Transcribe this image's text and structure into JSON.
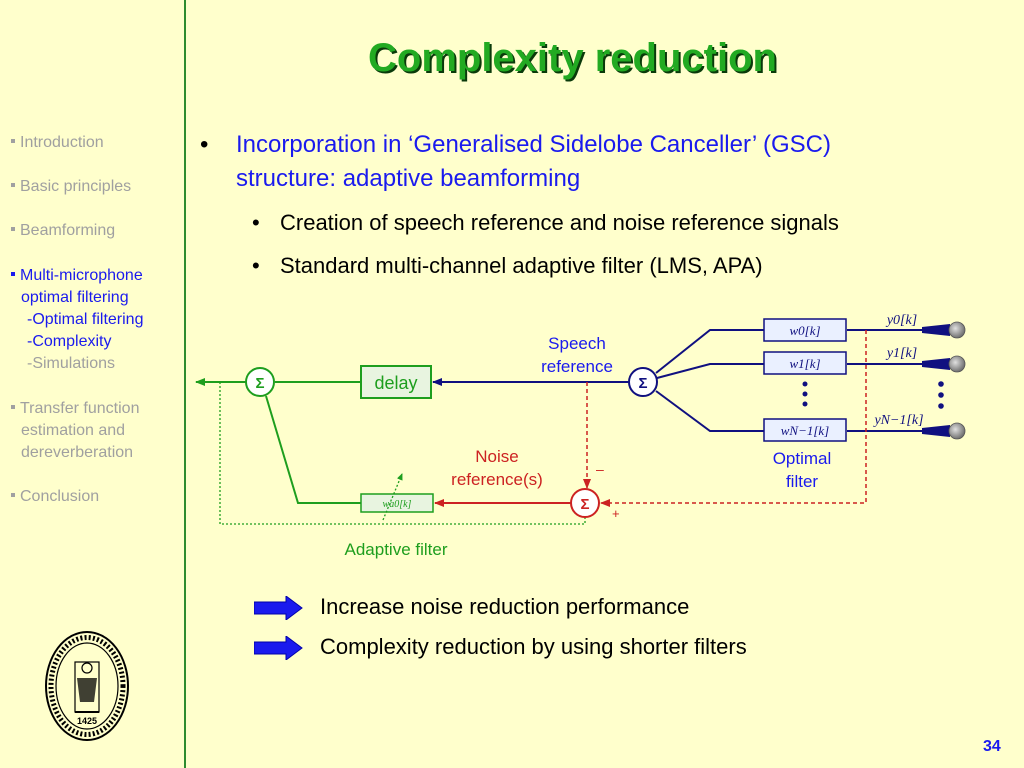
{
  "title": "Complexity reduction",
  "nav": [
    {
      "label": "Introduction",
      "active": false
    },
    {
      "label": "Basic principles",
      "active": false
    },
    {
      "label": "Beamforming",
      "active": false
    },
    {
      "label": "Multi-microphone",
      "label2": "optimal filtering",
      "active": true,
      "subitems": [
        "-Optimal filtering",
        "-Complexity",
        "-Simulations"
      ]
    },
    {
      "label": "Transfer function",
      "label2": "estimation and",
      "label3": "dereverberation",
      "active": false
    },
    {
      "label": "Conclusion",
      "active": false
    }
  ],
  "bullet": {
    "dot": "•",
    "line1": "Incorporation in ‘Generalised Sidelobe Canceller’ (GSC)",
    "line2": "structure: adaptive beamforming",
    "subbullets": [
      "Creation of speech reference and noise reference signals",
      "Standard multi-channel adaptive filter (LMS, APA)"
    ]
  },
  "diagram": {
    "speech_reference": [
      "Speech",
      "reference"
    ],
    "noise_reference": [
      "Noise",
      "reference(s)"
    ],
    "optimal_filter": [
      "Optimal",
      "filter"
    ],
    "adaptive_filter": "Adaptive filter",
    "delay": "delay",
    "sum": "Σ",
    "minus": "–",
    "plus": "+",
    "weights": [
      "w0[k]",
      "w1[k]",
      "wN−1[k]"
    ],
    "adaptive_weight": "wa0[k]",
    "inputs": [
      "y0[k]",
      "y1[k]",
      "yN−1[k]"
    ]
  },
  "conclusions": [
    "Increase noise reduction performance",
    "Complexity reduction by using shorter filters"
  ],
  "slide_number": "34",
  "colors": {
    "green": "#1e9e1e",
    "blue": "#1a1aee",
    "red": "#cc2222",
    "navy": "#101080",
    "background": "#ffffcc"
  }
}
